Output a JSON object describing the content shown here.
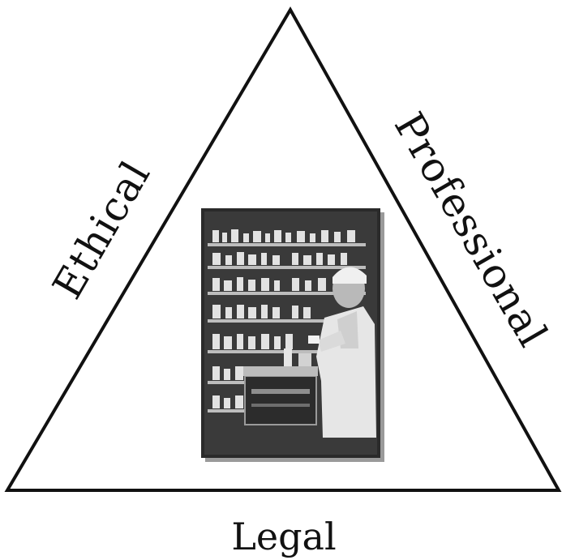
{
  "labels": {
    "left": "Ethical",
    "right": "Professional",
    "bottom": "Legal"
  },
  "photo": {
    "subject": "pharmacist-at-shelves",
    "palette": {
      "dark": "#1e1e1e",
      "mid": "#5c5c5c",
      "light": "#cfcfcf",
      "coat": "#e6e6e6"
    }
  },
  "colors": {
    "line": "#111111",
    "background": "#ffffff"
  }
}
